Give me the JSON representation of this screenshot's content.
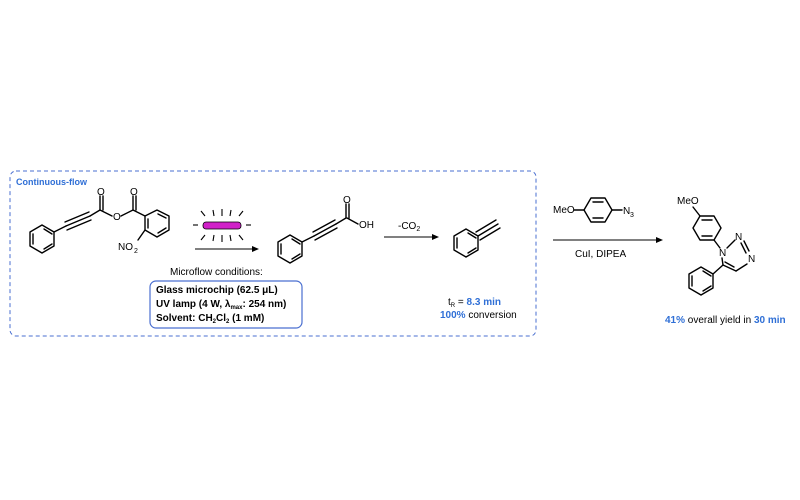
{
  "frame": {
    "title": "Continuous-flow",
    "frame_color": "#4a6fd0"
  },
  "atoms": {
    "carbonyl_o": "O",
    "ester_o": "O",
    "nitro": "NO",
    "nitro_sub": "2",
    "acid_oh": "OH",
    "acid_o": "O",
    "ome_1": "MeO",
    "azide_n": "N",
    "azide_sub": "3",
    "ome_2": "MeO",
    "triazole_n1": "N",
    "triazole_n2": "N",
    "triazole_n3": "N"
  },
  "conditions": {
    "header": "Microflow conditions:",
    "line1": "Glass microchip (62.5 μL)",
    "line2_a": "UV lamp (4 W, λ",
    "line2_sub": "max",
    "line2_b": ": 254 nm)",
    "line3_a": "Solvent: CH",
    "line3_sub1": "2",
    "line3_b": "Cl",
    "line3_sub2": "2",
    "line3_c": " (1 mM)"
  },
  "decarboxylation": {
    "label_a": "-CO",
    "label_sub": "2"
  },
  "residence": {
    "label_a": "t",
    "label_sub": "R",
    "label_b": " = ",
    "value": "8.3 min",
    "conversion_value": "100%",
    "conversion_text": " conversion"
  },
  "click_step": {
    "reagents": "CuI, DIPEA"
  },
  "yield": {
    "percent": "41%",
    "text": " overall yield in ",
    "time": "30 min"
  },
  "colors": {
    "accent_blue": "#2f6fd6",
    "lamp_magenta": "#d020c8"
  },
  "icons": {
    "lamp": "uv-lamp-icon"
  }
}
